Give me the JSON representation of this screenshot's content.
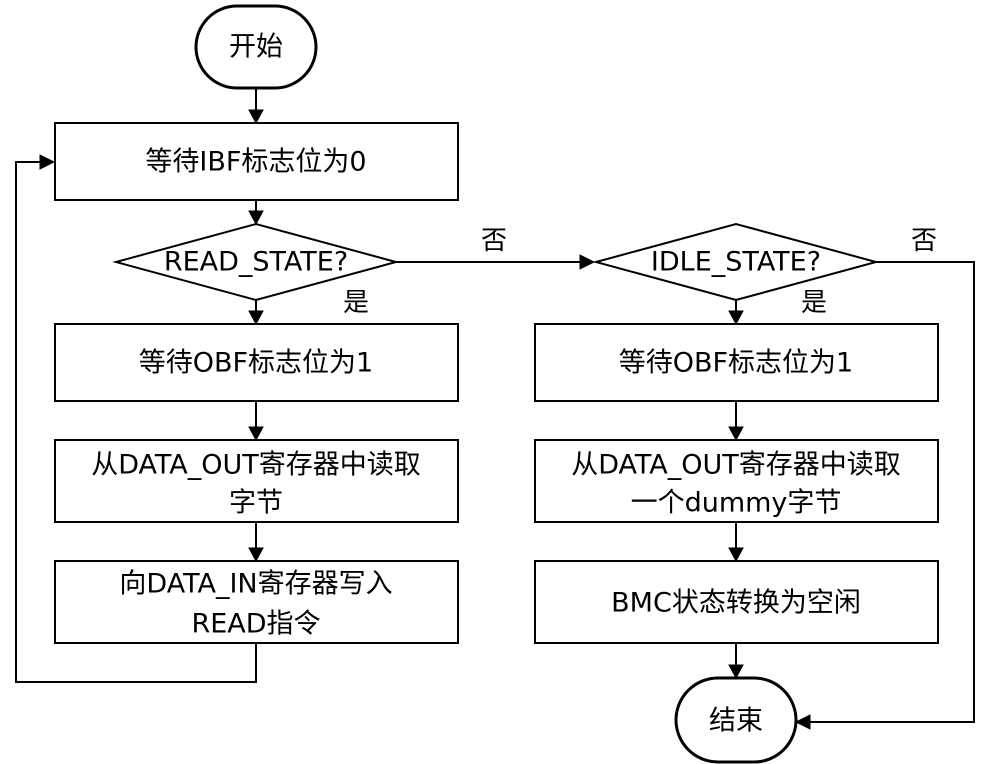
{
  "nodes": {
    "start": "开始",
    "wait_ibf": "等待IBF标志位为0",
    "read_state": "READ_STATE?",
    "wait_obf_left": "等待OBF标志位为1",
    "read_data_left_1": "从DATA_OUT寄存器中读取",
    "read_data_left_2": "字节",
    "write_in_1": "向DATA_IN寄存器写入",
    "write_in_2": "READ指令",
    "idle_state": "IDLE_STATE?",
    "wait_obf_right": "等待OBF标志位为1",
    "read_data_right_1": "从DATA_OUT寄存器中读取",
    "read_data_right_2": "一个dummy字节",
    "bmc_idle": "BMC状态转换为空闲",
    "end": "结束"
  },
  "edge_labels": {
    "read_no": "否",
    "read_yes": "是",
    "idle_no": "否",
    "idle_yes": "是"
  }
}
